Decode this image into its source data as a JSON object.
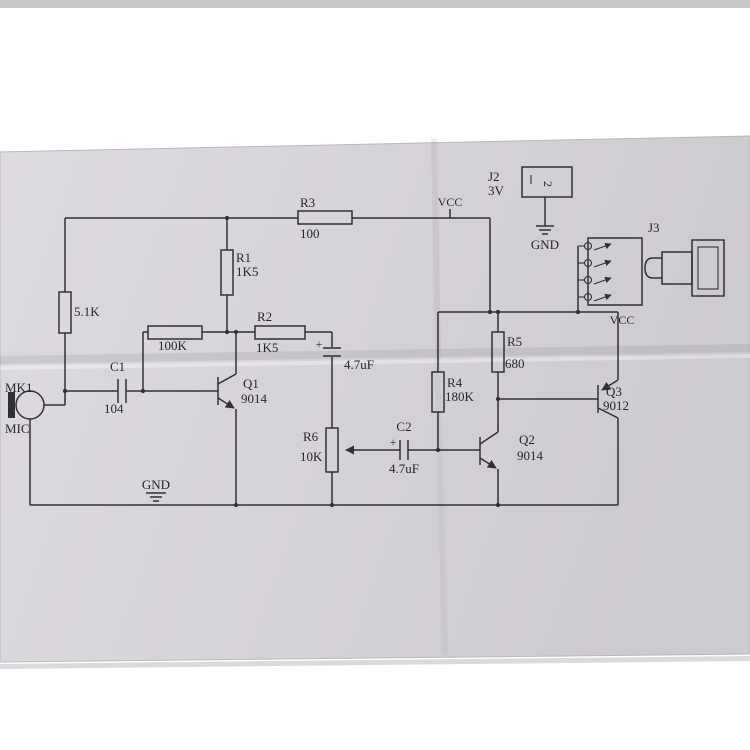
{
  "schematic": {
    "power": {
      "vcc_top": "VCC",
      "vcc_jack": "VCC",
      "gnd_battery": "GND",
      "gnd_bottom": "GND"
    },
    "connectors": {
      "j2": {
        "ref": "J2",
        "value": "3V",
        "cell_marking": "2"
      },
      "j3": {
        "ref": "J3"
      }
    },
    "mic": {
      "ref": "MK1",
      "label": "MIC"
    },
    "resistors": {
      "r_input": {
        "value": "5.1K"
      },
      "r_feedback": {
        "value": "100K"
      },
      "r1": {
        "ref": "R1",
        "value": "1K5"
      },
      "r2": {
        "ref": "R2",
        "value": "1K5"
      },
      "r3": {
        "ref": "R3",
        "value": "100"
      },
      "r4": {
        "ref": "R4",
        "value": "180K"
      },
      "r5": {
        "ref": "R5",
        "value": "680"
      },
      "r6": {
        "ref": "R6",
        "value": "10K"
      }
    },
    "capacitors": {
      "c1": {
        "ref": "C1",
        "value": "104"
      },
      "c2": {
        "ref": "C2",
        "value": "4.7uF",
        "polarity": "+"
      },
      "c3": {
        "value": "4.7uF",
        "polarity": "+"
      }
    },
    "transistors": {
      "q1": {
        "ref": "Q1",
        "value": "9014"
      },
      "q2": {
        "ref": "Q2",
        "value": "9014"
      },
      "q3": {
        "ref": "Q3",
        "value": "9012"
      }
    }
  }
}
